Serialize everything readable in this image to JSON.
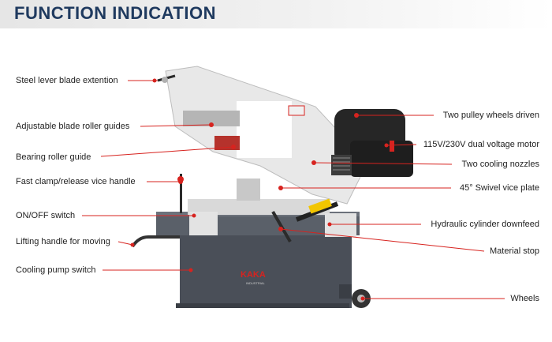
{
  "banner": {
    "title": "FUNCTION INDICATION"
  },
  "brand": {
    "name": "KAKA",
    "sub": "INDUSTRIAL"
  },
  "colors": {
    "accent": "#d7231f",
    "title": "#1f3a5f",
    "base": "#4a4f58",
    "body": "#e9e9e9"
  },
  "callouts": {
    "steel_lever": "Steel lever blade extention",
    "roller_guides": "Adjustable blade roller guides",
    "bearing_roller": "Bearing roller guide",
    "vice_handle": "Fast clamp/release vice handle",
    "onoff": "ON/OFF switch",
    "lifting_handle": "Lifting handle for moving",
    "cooling_switch": "Cooling pump switch",
    "pulley": "Two pulley wheels driven",
    "motor": "115V/230V dual voltage motor",
    "nozzles": "Two cooling nozzles",
    "swivel": "45° Swivel vice plate",
    "hydraulic": "Hydraulic cylinder downfeed",
    "material_stop": "Material stop",
    "wheels": "Wheels"
  }
}
